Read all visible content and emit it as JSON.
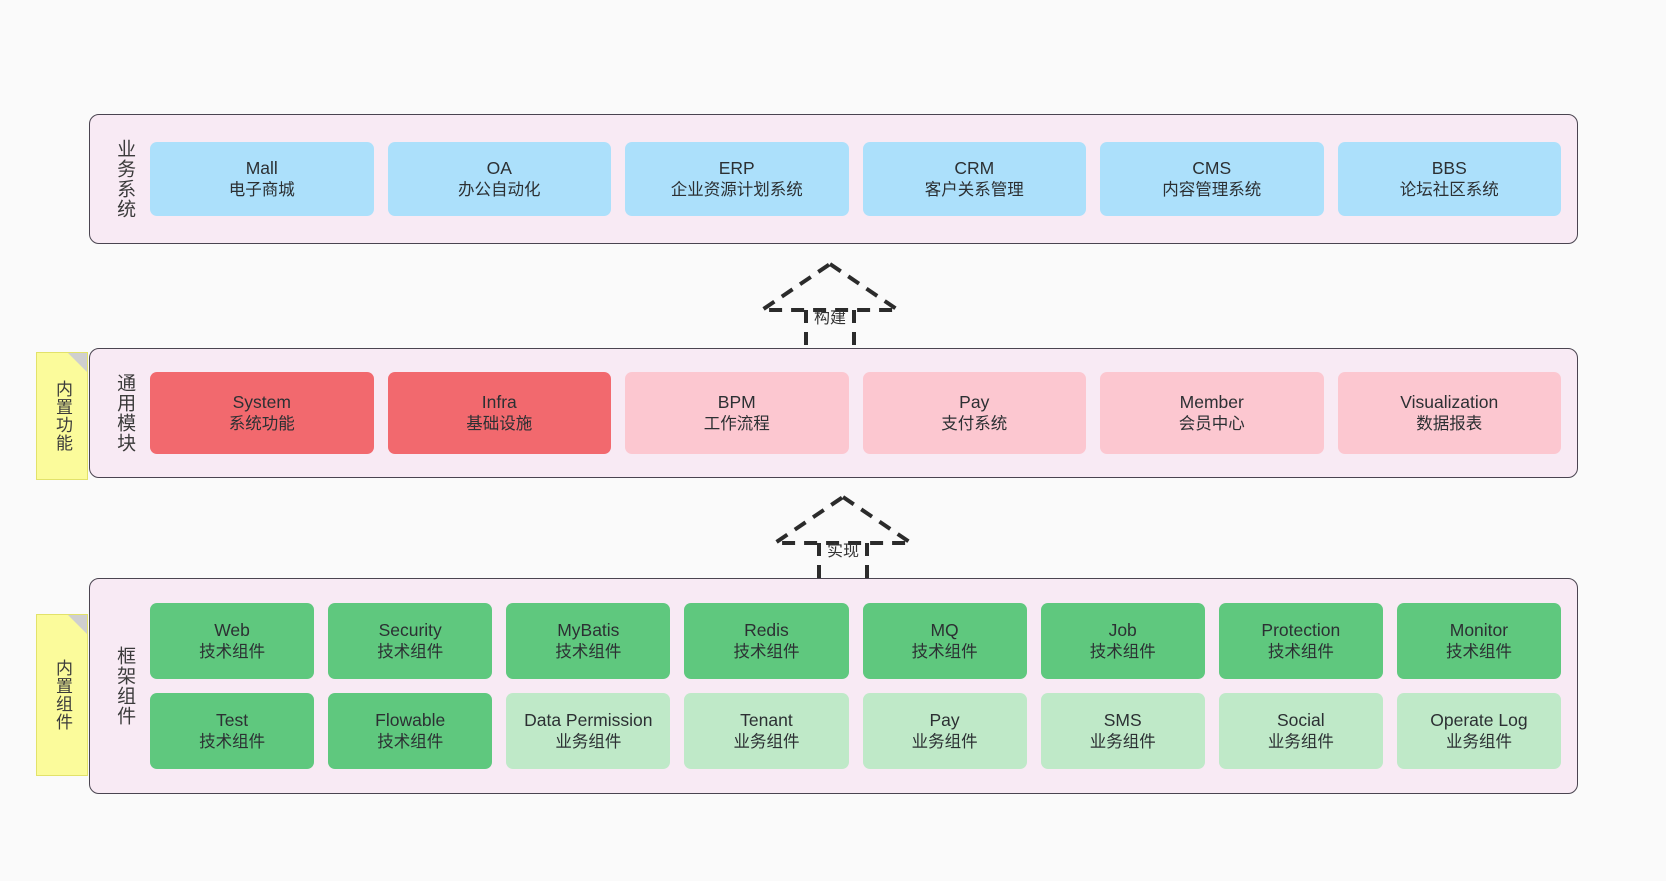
{
  "diagram": {
    "background_color": "#fafafa",
    "panel_fill": "#f8eaf4",
    "panel_border": "#4a4450",
    "sticky_color": "#fbfb9b"
  },
  "layers": [
    {
      "id": "business-system",
      "title": "业务系统",
      "sticky": null,
      "rows": [
        {
          "style": "blue",
          "items": [
            {
              "en": "Mall",
              "cn": "电子商城"
            },
            {
              "en": "OA",
              "cn": "办公自动化"
            },
            {
              "en": "ERP",
              "cn": "企业资源计划系统"
            },
            {
              "en": "CRM",
              "cn": "客户关系管理"
            },
            {
              "en": "CMS",
              "cn": "内容管理系统"
            },
            {
              "en": "BBS",
              "cn": "论坛社区系统"
            }
          ]
        }
      ]
    },
    {
      "id": "common-module",
      "title": "通用模块",
      "sticky": "内置功能",
      "rows": [
        {
          "style": "mixed",
          "items": [
            {
              "en": "System",
              "cn": "系统功能",
              "style": "red"
            },
            {
              "en": "Infra",
              "cn": "基础设施",
              "style": "red"
            },
            {
              "en": "BPM",
              "cn": "工作流程",
              "style": "pink"
            },
            {
              "en": "Pay",
              "cn": "支付系统",
              "style": "pink"
            },
            {
              "en": "Member",
              "cn": "会员中心",
              "style": "pink"
            },
            {
              "en": "Visualization",
              "cn": "数据报表",
              "style": "pink"
            }
          ]
        }
      ]
    },
    {
      "id": "framework-component",
      "title": "框架组件",
      "sticky": "内置组件",
      "rows": [
        {
          "style": "mixed",
          "items": [
            {
              "en": "Web",
              "cn": "技术组件",
              "style": "green"
            },
            {
              "en": "Security",
              "cn": "技术组件",
              "style": "green"
            },
            {
              "en": "MyBatis",
              "cn": "技术组件",
              "style": "green"
            },
            {
              "en": "Redis",
              "cn": "技术组件",
              "style": "green"
            },
            {
              "en": "MQ",
              "cn": "技术组件",
              "style": "green"
            },
            {
              "en": "Job",
              "cn": "技术组件",
              "style": "green"
            },
            {
              "en": "Protection",
              "cn": "技术组件",
              "style": "green"
            },
            {
              "en": "Monitor",
              "cn": "技术组件",
              "style": "green"
            }
          ]
        },
        {
          "style": "mixed",
          "items": [
            {
              "en": "Test",
              "cn": "技术组件",
              "style": "green"
            },
            {
              "en": "Flowable",
              "cn": "技术组件",
              "style": "green"
            },
            {
              "en": "Data Permission",
              "cn": "业务组件",
              "style": "lgreen"
            },
            {
              "en": "Tenant",
              "cn": "业务组件",
              "style": "lgreen"
            },
            {
              "en": "Pay",
              "cn": "业务组件",
              "style": "lgreen"
            },
            {
              "en": "SMS",
              "cn": "业务组件",
              "style": "lgreen"
            },
            {
              "en": "Social",
              "cn": "业务组件",
              "style": "lgreen"
            },
            {
              "en": "Operate Log",
              "cn": "业务组件",
              "style": "lgreen"
            }
          ]
        }
      ]
    }
  ],
  "connectors": [
    {
      "id": "build",
      "label": "构建",
      "from": "common-module",
      "to": "business-system"
    },
    {
      "id": "implement",
      "label": "实现",
      "from": "framework-component",
      "to": "common-module"
    }
  ]
}
